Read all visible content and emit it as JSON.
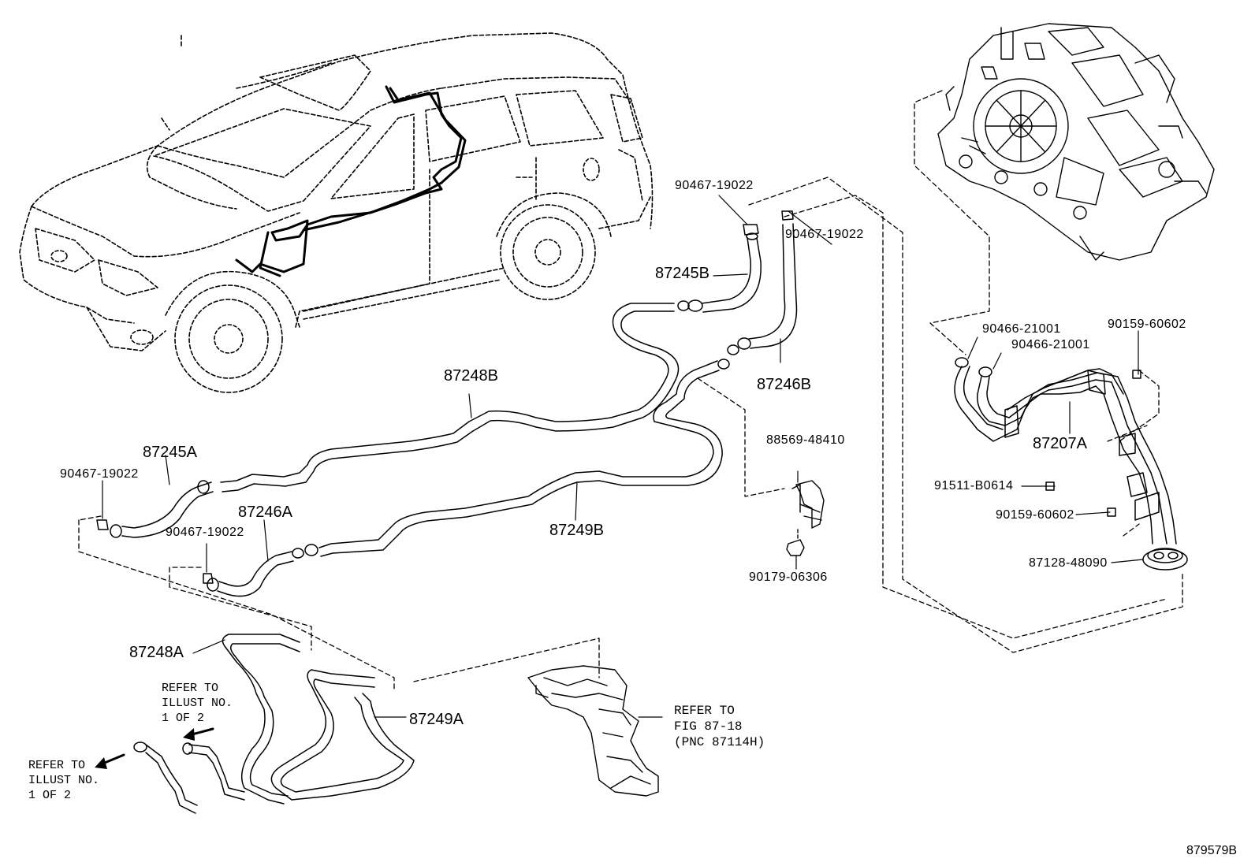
{
  "diagram": {
    "parts": {
      "p87248B": "87248B",
      "p87245A": "87245A",
      "p87245B": "87245B",
      "p87246A": "87246A",
      "p87246B": "87246B",
      "p87249B": "87249B",
      "p87207A": "87207A",
      "p87248A": "87248A",
      "p87249A": "87249A",
      "p90467_top": "90467-19022",
      "p90467_right": "90467-19022",
      "p90467_left": "90467-19022",
      "p90467_mid": "90467-19022",
      "p90466_a": "90466-21001",
      "p90466_b": "90466-21001",
      "p90159_a": "90159-60602",
      "p90159_b": "90159-60602",
      "p88569": "88569-48410",
      "p90179": "90179-06306",
      "p91511": "91511-B0614",
      "p87128": "87128-48090"
    },
    "notes": {
      "refer_illust_upper": "REFER TO\nILLUST NO.\n1 OF 2",
      "refer_illust_lower": "REFER TO\nILLUST NO.\n1 OF 2",
      "refer_fig": "REFER TO\nFIG 87-18\n(PNC 87114H)"
    },
    "illustration_number": "879579B"
  }
}
